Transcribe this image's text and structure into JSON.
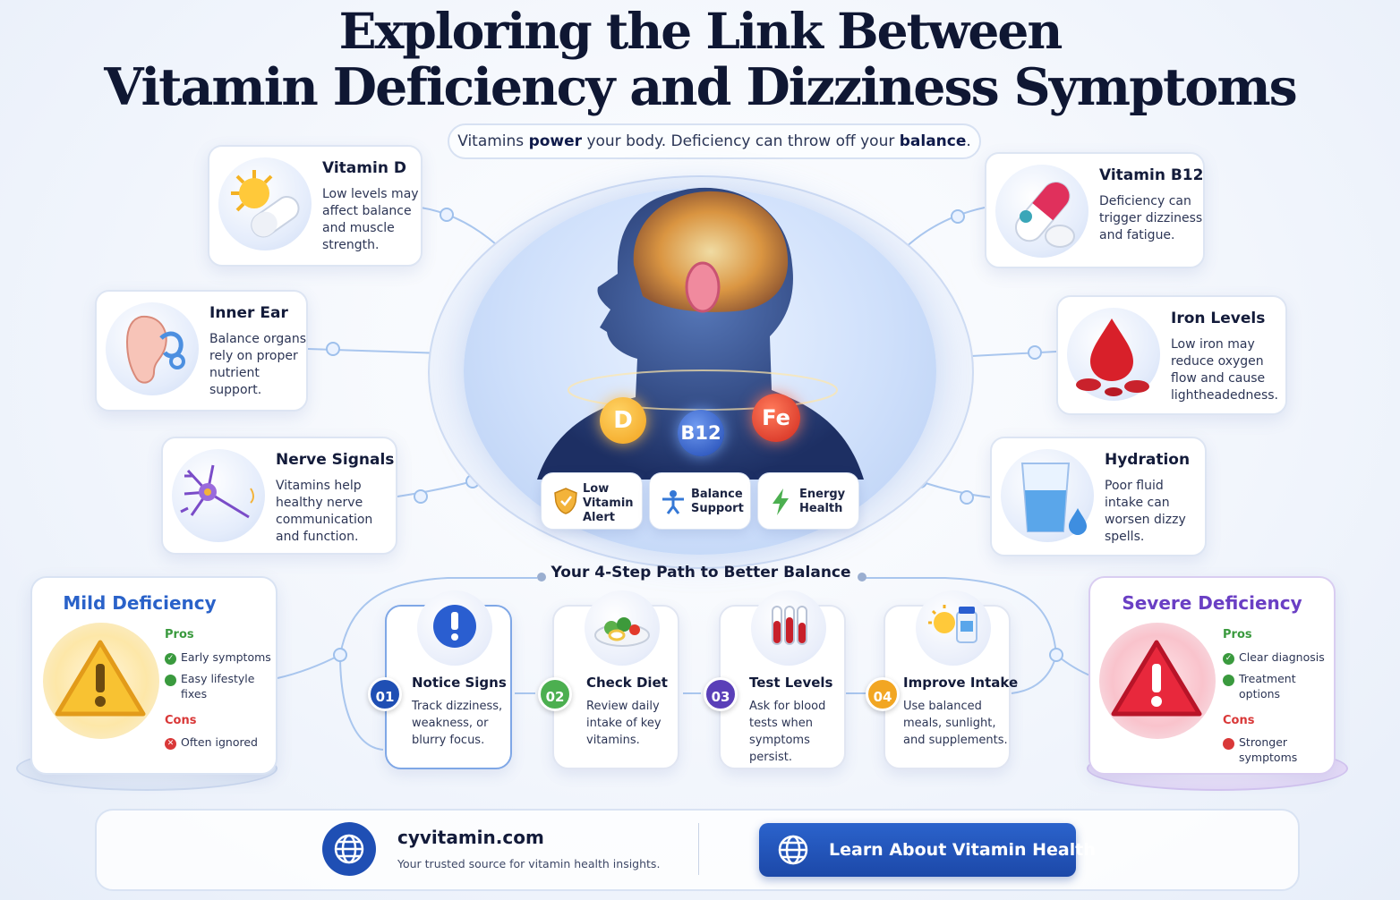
{
  "header": {
    "title_line1": "Exploring the Link Between",
    "title_line2": "Vitamin Deficiency and Dizziness Symptoms",
    "subtitle_parts": [
      "Vitamins ",
      "power",
      " your body. Deficiency can throw off your ",
      "balance",
      "."
    ]
  },
  "cards": {
    "vitamin_d": {
      "title": "Vitamin D",
      "desc": "Low levels may affect balance and muscle strength.",
      "icon": "sun-pill-icon"
    },
    "inner_ear": {
      "title": "Inner Ear",
      "desc": "Balance organs rely on proper nutrient support.",
      "icon": "ear-icon"
    },
    "nerve_signals": {
      "title": "Nerve Signals",
      "desc": "Vitamins help healthy nerve communication and function.",
      "icon": "neuron-icon"
    },
    "vitamin_b12": {
      "title": "Vitamin B12",
      "desc": "Deficiency can trigger dizziness and fatigue.",
      "icon": "capsule-icon"
    },
    "iron_levels": {
      "title": "Iron Levels",
      "desc": "Low iron may reduce oxygen flow and cause lightheadedness.",
      "icon": "blood-drop-icon"
    },
    "hydration": {
      "title": "Hydration",
      "desc": "Poor fluid intake can worsen dizzy spells.",
      "icon": "water-glass-icon"
    }
  },
  "hub": {
    "vitamins": [
      "D",
      "B12",
      "Fe"
    ],
    "badges": [
      {
        "label": "Low Vitamin Alert",
        "icon": "shield-alert-icon"
      },
      {
        "label": "Balance Support",
        "icon": "balance-figure-icon"
      },
      {
        "label": "Energy Health",
        "icon": "lightning-icon"
      }
    ]
  },
  "steps": {
    "title": "Your 4-Step Path to Better Balance",
    "items": [
      {
        "num": "01",
        "title": "Notice Signs",
        "desc": "Track dizziness, weakness, or blurry focus.",
        "icon": "exclamation-icon",
        "color": "#1f4fb4"
      },
      {
        "num": "02",
        "title": "Check Diet",
        "desc": "Review daily intake of key vitamins.",
        "icon": "salad-bowl-icon",
        "color": "#4caf50"
      },
      {
        "num": "03",
        "title": "Test Levels",
        "desc": "Ask for blood tests when symptoms persist.",
        "icon": "test-tubes-icon",
        "color": "#5a3fb8"
      },
      {
        "num": "04",
        "title": "Improve Intake",
        "desc": "Use balanced meals, sunlight, and supplements.",
        "icon": "sun-supplement-icon",
        "color": "#f2a623"
      }
    ]
  },
  "mild": {
    "title": "Mild Deficiency",
    "pros_label": "Pros",
    "pros": [
      "Early symptoms",
      "Easy lifestyle fixes"
    ],
    "cons_label": "Cons",
    "cons": [
      "Often ignored"
    ],
    "color": "#2a62c9"
  },
  "severe": {
    "title": "Severe Deficiency",
    "pros_label": "Pros",
    "pros": [
      "Clear diagnosis",
      "Treatment options"
    ],
    "cons_label": "Cons",
    "cons": [
      "Stronger symptoms"
    ],
    "color": "#6a3fc4"
  },
  "footer": {
    "site": "cyvitamin.com",
    "tagline": "Your trusted source for vitamin health insights.",
    "cta": "Learn About Vitamin Health"
  },
  "colors": {
    "pros": "#3a9a3e",
    "cons": "#d93838",
    "title": "#0f1733"
  }
}
